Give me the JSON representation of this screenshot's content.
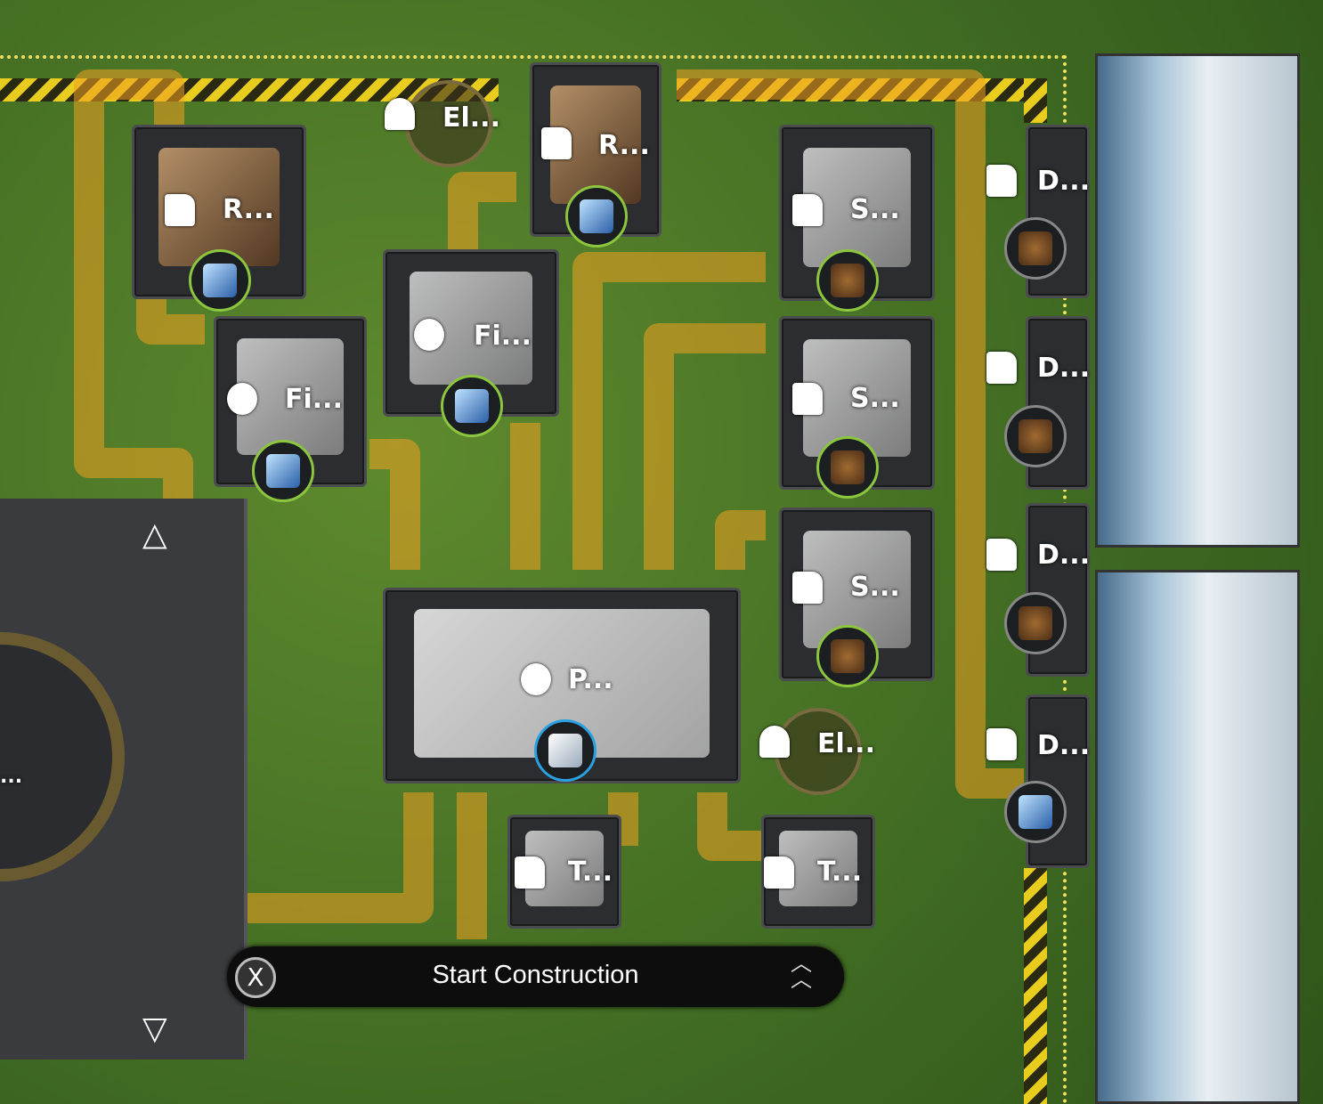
{
  "buildings": {
    "refinery_1": {
      "label": "R...",
      "item": "crystal"
    },
    "refinery_2": {
      "label": "R...",
      "item": "crystal"
    },
    "filling_1": {
      "label": "Fi...",
      "item": "crystal"
    },
    "filling_2": {
      "label": "Fi...",
      "item": "crystal"
    },
    "shredder_1": {
      "label": "S...",
      "item": "ore"
    },
    "shredder_2": {
      "label": "S...",
      "item": "ore"
    },
    "shredder_3": {
      "label": "S...",
      "item": "ore"
    },
    "depot_1": {
      "label": "D...",
      "item": "ore"
    },
    "depot_2": {
      "label": "D...",
      "item": "ore"
    },
    "depot_3": {
      "label": "D...",
      "item": "ore"
    },
    "depot_4": {
      "label": "D...",
      "item": "crystal"
    },
    "packer": {
      "label": "P...",
      "item": "device"
    },
    "electric_pylon_1": {
      "label": "El..."
    },
    "electric_pylon_2": {
      "label": "El..."
    },
    "thermal_1": {
      "label": "T..."
    },
    "thermal_2": {
      "label": "T..."
    },
    "core_left": {
      "label": "..."
    }
  },
  "construction_bar": {
    "title": "Start Construction",
    "close_icon": "X",
    "expand_icon": "double-chevron-up"
  }
}
